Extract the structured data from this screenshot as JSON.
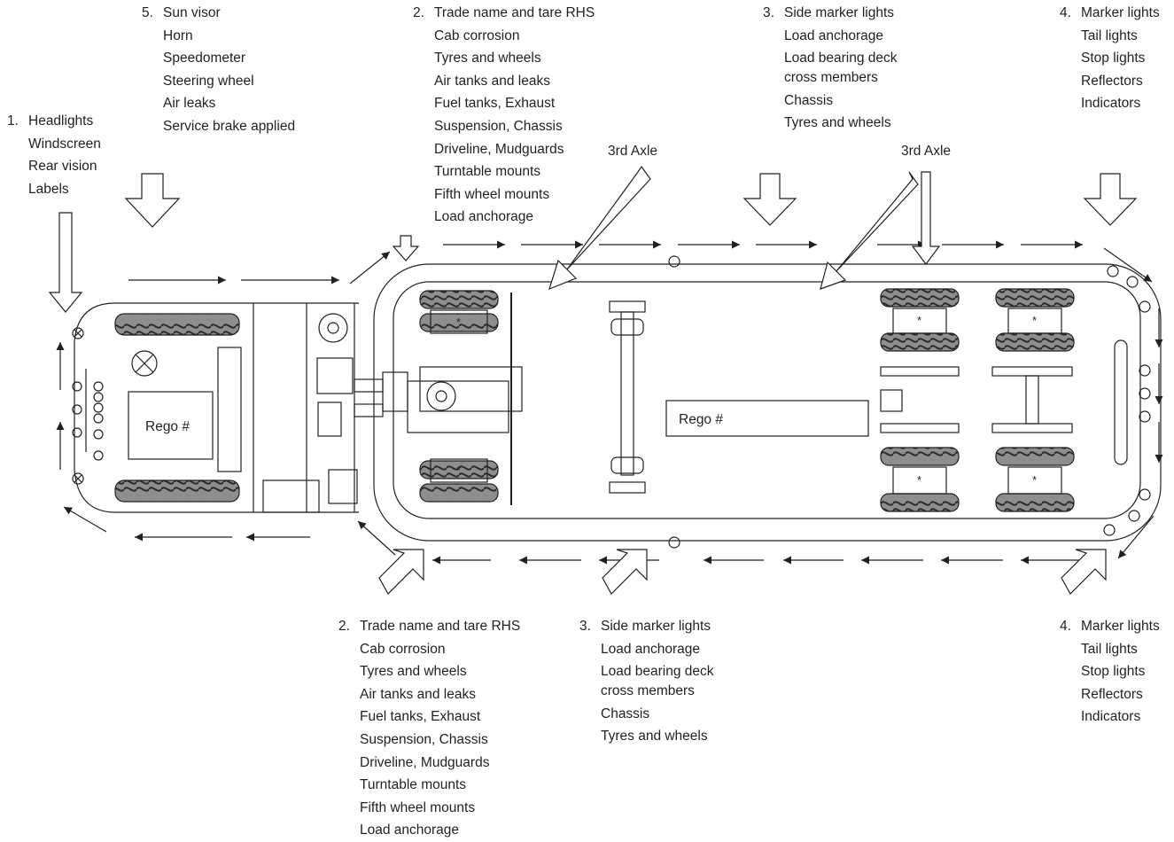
{
  "checkpoints": [
    {
      "id": "headlights",
      "number": "1.",
      "lines": [
        "Headlights",
        "Windscreen",
        "Rear vision",
        "Labels"
      ]
    },
    {
      "id": "trade-top",
      "number": "2.",
      "lines": [
        "Trade name and tare RHS",
        "Cab corrosion",
        "Tyres and wheels",
        "Air tanks and leaks",
        "Fuel tanks, Exhaust",
        "Suspension, Chassis",
        "Driveline, Mudguards",
        "Turntable mounts",
        "Fifth wheel mounts",
        "Load anchorage"
      ]
    },
    {
      "id": "side-top",
      "number": "3.",
      "lines": [
        "Side marker lights",
        "Load anchorage",
        "Load bearing deck",
        "cross members",
        "Chassis",
        "Tyres and wheels"
      ]
    },
    {
      "id": "rear-top",
      "number": "4.",
      "lines": [
        "Marker lights",
        "Tail lights",
        "Stop lights",
        "Reflectors",
        "Indicators"
      ]
    },
    {
      "id": "sunvisor",
      "number": "5.",
      "lines": [
        "Sun visor",
        "Horn",
        "Speedometer",
        "Steering wheel",
        "Air leaks",
        "Service brake applied"
      ]
    },
    {
      "id": "trade-bottom",
      "number": "2.",
      "lines": [
        "Trade name and tare RHS",
        "Cab corrosion",
        "Tyres and wheels",
        "Air tanks and leaks",
        "Fuel tanks, Exhaust",
        "Suspension, Chassis",
        "Driveline, Mudguards",
        "Turntable mounts",
        "Fifth wheel mounts",
        "Load anchorage"
      ]
    },
    {
      "id": "side-bottom",
      "number": "3.",
      "lines": [
        "Side marker lights",
        "Load anchorage",
        "Load bearing deck",
        "cross members",
        "Chassis",
        "Tyres and wheels"
      ]
    },
    {
      "id": "rear-bottom",
      "number": "4.",
      "lines": [
        "Marker lights",
        "Tail lights",
        "Stop lights",
        "Reflectors",
        "Indicators"
      ]
    }
  ],
  "axle_labels": [
    "3rd Axle",
    "3rd Axle"
  ],
  "plates": {
    "prime_mover": "Rego #",
    "trailer": "Rego #"
  },
  "colors": {
    "ink": "#231f20",
    "paper": "#ffffff"
  }
}
